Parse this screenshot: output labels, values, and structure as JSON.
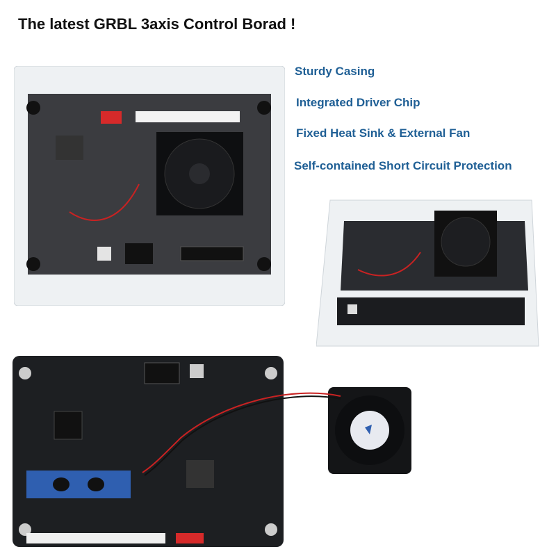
{
  "title": "The latest GRBL 3axis Control Borad !",
  "features": [
    "Sturdy Casing",
    "Integrated Driver Chip",
    "Fixed Heat Sink & External Fan",
    "Self-contained Short Circuit Protection"
  ],
  "colors": {
    "feature_text": "#1f5f95",
    "pcb": "#1c1d20",
    "heatsink": "#2f5fb0",
    "case": "#e8ecef"
  }
}
